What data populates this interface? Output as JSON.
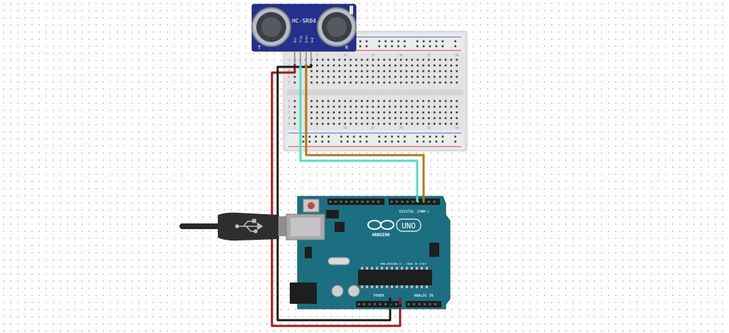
{
  "sensor": {
    "model_label": "HC-SR04",
    "brand_mark": "T",
    "corner_mark": "R",
    "pin_labels": [
      "Vcc",
      "Trig",
      "Echo",
      "Gnd"
    ]
  },
  "breadboard": {
    "column_numbers": [
      "1",
      "5",
      "10",
      "15",
      "20",
      "25",
      "30"
    ],
    "row_letters_top": [
      "J",
      "I",
      "H",
      "G",
      "F"
    ],
    "row_letters_bottom": [
      "E",
      "D",
      "C",
      "B",
      "A"
    ]
  },
  "arduino": {
    "logo_text": "ARDUINO",
    "model_text": "UNO",
    "digital_header": "DIGITAL (PWM~)",
    "power_header": "POWER",
    "analog_header": "ANALOG IN",
    "website": "WWW.ARDUINO.CC - MADE IN ITALY"
  },
  "colors": {
    "vcc_wire": "#a11a1a",
    "gnd_wire": "#1a1a1a",
    "trig_wire": "#4fe0c8",
    "echo_wire": "#b07a1a",
    "board": "#1b6f80",
    "sensor_pcb": "#23318c",
    "breadboard": "#e3e3e3"
  }
}
